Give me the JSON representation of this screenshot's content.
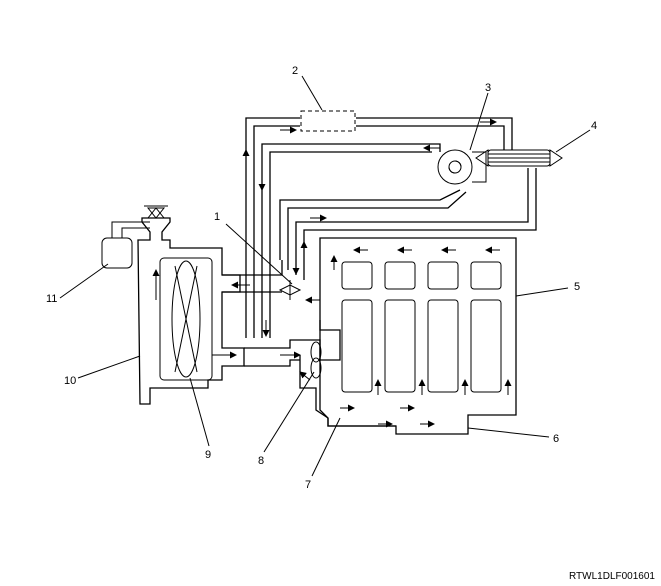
{
  "diagram": {
    "callouts": [
      {
        "id": "callout-1",
        "number": "1"
      },
      {
        "id": "callout-2",
        "number": "2"
      },
      {
        "id": "callout-3",
        "number": "3"
      },
      {
        "id": "callout-4",
        "number": "4"
      },
      {
        "id": "callout-5",
        "number": "5"
      },
      {
        "id": "callout-6",
        "number": "6"
      },
      {
        "id": "callout-7",
        "number": "7"
      },
      {
        "id": "callout-8",
        "number": "8"
      },
      {
        "id": "callout-9",
        "number": "9"
      },
      {
        "id": "callout-10",
        "number": "10"
      },
      {
        "id": "callout-11",
        "number": "11"
      }
    ],
    "figure_id": "RTWL1DLF001601"
  }
}
